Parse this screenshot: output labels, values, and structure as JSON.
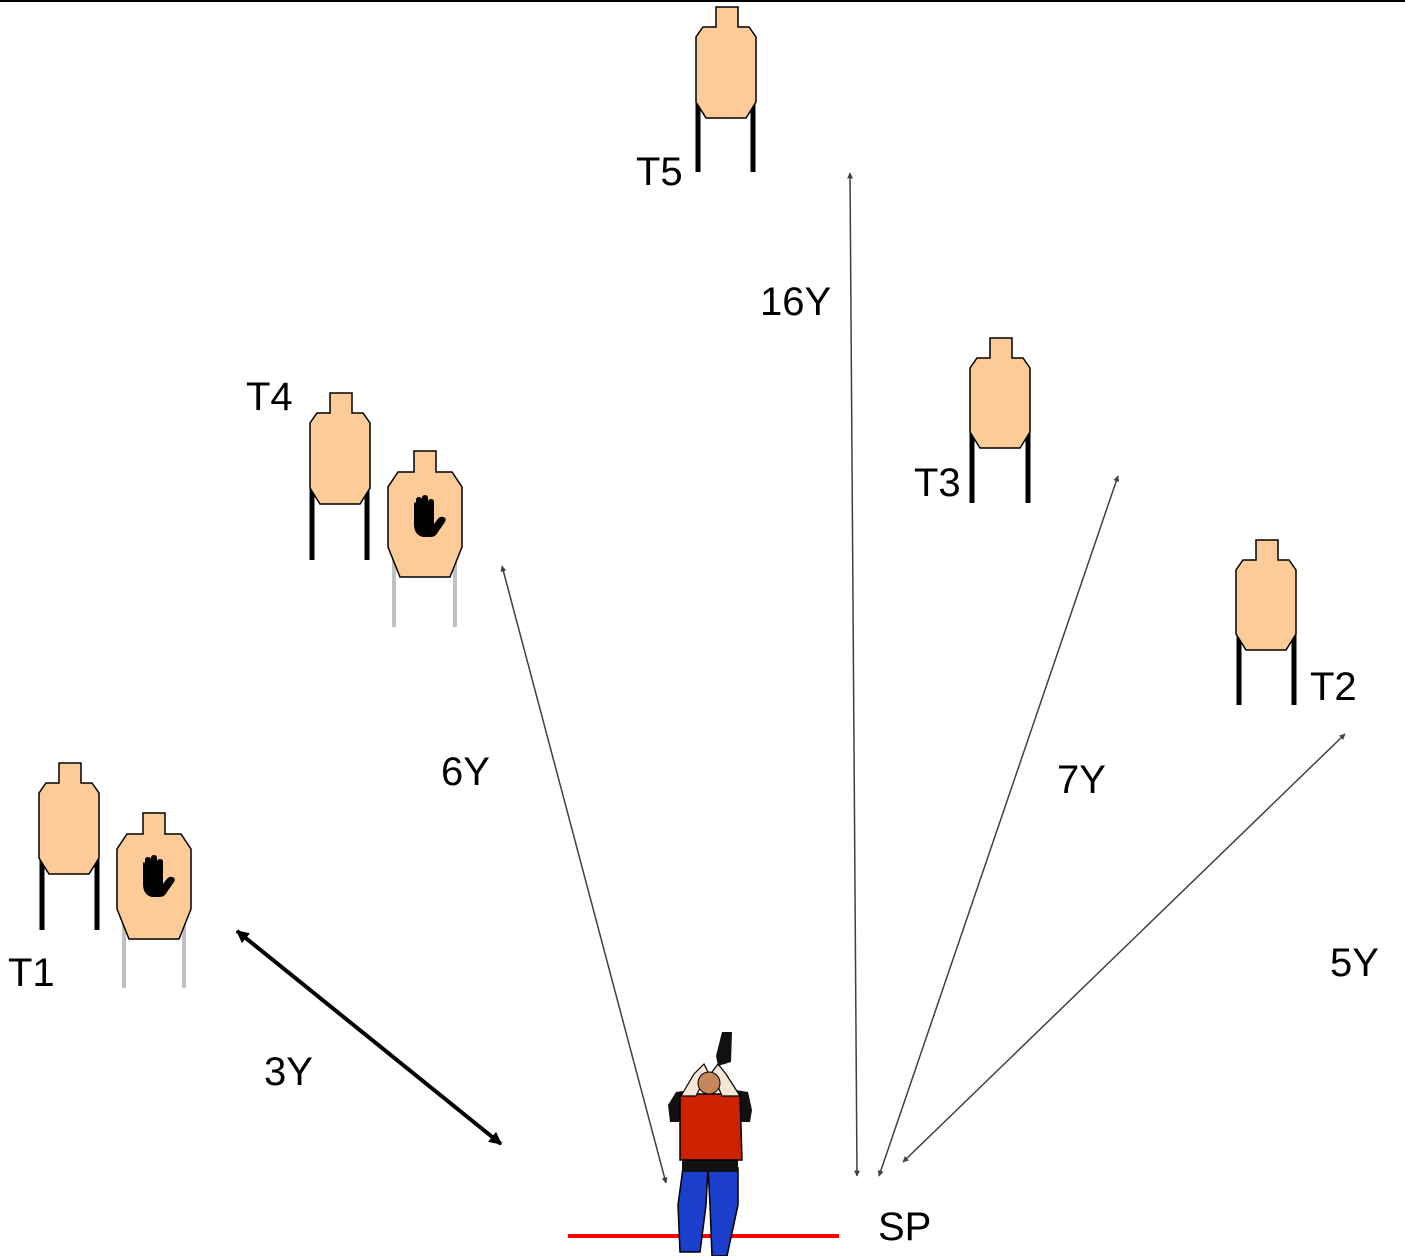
{
  "colors": {
    "target_fill": "#FDCB98",
    "target_stroke": "#000000",
    "no_shoot_leg": "#C0C0C0",
    "arrow": "#404040",
    "fault_line": "#FF0000",
    "shirt": "#CC2200",
    "pants": "#1A3FCC"
  },
  "targets": [
    {
      "id": "T1",
      "label": "T1",
      "no_shoot": true
    },
    {
      "id": "T2",
      "label": "T2",
      "no_shoot": false
    },
    {
      "id": "T3",
      "label": "T3",
      "no_shoot": false
    },
    {
      "id": "T4",
      "label": "T4",
      "no_shoot": true
    },
    {
      "id": "T5",
      "label": "T5",
      "no_shoot": false
    }
  ],
  "distances": [
    {
      "target": "T1",
      "label": "3Y"
    },
    {
      "target": "T4",
      "label": "6Y"
    },
    {
      "target": "T5",
      "label": "16Y"
    },
    {
      "target": "T3",
      "label": "7Y"
    },
    {
      "target": "T2",
      "label": "5Y"
    }
  ],
  "start_position": {
    "label": "SP"
  },
  "icons": [
    "paper-target-icon",
    "no-shoot-hand-icon",
    "shooter-icon",
    "double-arrow-icon"
  ]
}
